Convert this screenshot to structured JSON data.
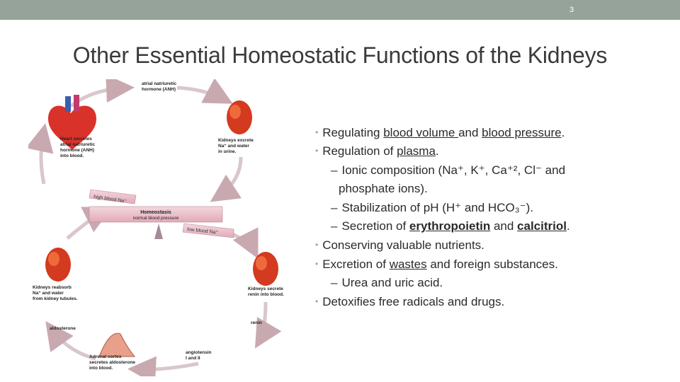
{
  "page_number": "3",
  "title": "Other Essential Homeostatic Functions of the Kidneys",
  "diagram": {
    "anh": [
      "atrial natriuretic",
      "hormone (ANH)"
    ],
    "heart": [
      "Heart secretes",
      "atrial natriuretic",
      "hormone (ANH)",
      "into blood."
    ],
    "kidney_excrete": [
      "Kidneys excrete",
      "Na⁺ and water",
      "in urine."
    ],
    "high_bp": "high blood Na⁺",
    "homeostasis_title": "Homeostasis",
    "homeostasis_sub": "normal blood pressure",
    "low_bp": "low blood Na⁺",
    "kidney_reabsorb": [
      "Kidneys reabsorb",
      "Na⁺ and water",
      "from kidney tubules."
    ],
    "kidney_renin": [
      "Kidneys secrete",
      "renin into blood."
    ],
    "renin": "renin",
    "aldosterone": "aldosterone",
    "adrenal": [
      "Adrenal cortex",
      "secretes aldosterone",
      "into blood."
    ],
    "angiotensin": [
      "angiotensin",
      "I and II"
    ]
  },
  "bullets": {
    "b1": {
      "pre": "Regulating ",
      "u1": "blood volume ",
      "mid": "and ",
      "u2": "blood pressure",
      "post": "."
    },
    "b2": {
      "pre": "Regulation of ",
      "u1": "plasma",
      "post": "."
    },
    "s1_line1": "Ionic composition (Na⁺, K⁺, Ca⁺², Cl⁻ and",
    "s1_line2": "phosphate ions).",
    "s2": "Stabilization of pH (H⁺ and HCO₃⁻).",
    "s3": {
      "pre": "Secretion of ",
      "u1": "erythropoietin",
      "mid": " and ",
      "u2": "calcitriol",
      "post": "."
    },
    "b3": "Conserving valuable nutrients.",
    "b4": {
      "pre": "Excretion of ",
      "u1": "wastes",
      "post": " and foreign substances."
    },
    "s4": "Urea and uric acid.",
    "b5": "Detoxifies free radicals and drugs."
  }
}
